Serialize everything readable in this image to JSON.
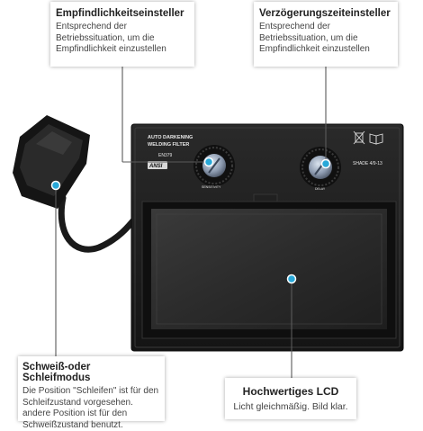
{
  "callouts": {
    "sensitivity": {
      "title": "Empfindlichkeitseinsteller",
      "desc": "Entsprechend der Betriebssituation, um die Empfindlichkeit einzustellen"
    },
    "delay": {
      "title": "Verzögerungszeiteinsteller",
      "desc": "Entsprechend der Betriebssituation, um die Empfindlichkeit einzustellen"
    },
    "mode": {
      "title": "Schweiß-oder Schleifmodus",
      "desc": "Die Position \"Schleifen\" ist für den Schleifzustand vorgesehen. andere Position ist für den Schweißzustand benutzt."
    },
    "lcd": {
      "title": "Hochwertiges LCD",
      "desc": "Licht gleichmäßig. Bild klar."
    }
  },
  "filter": {
    "label_line1": "AUTO DARKENING",
    "label_line2": "WELDING FILTER",
    "standard": "EN379",
    "ansi": "ANSI",
    "shade": "SHADE 4/9-13",
    "knob_left": "SENSITIVITY",
    "knob_right": "DELAY"
  },
  "colors": {
    "accent": "#29a8d8",
    "leader": "#5a5a5a",
    "body": "#1c1c1c"
  }
}
